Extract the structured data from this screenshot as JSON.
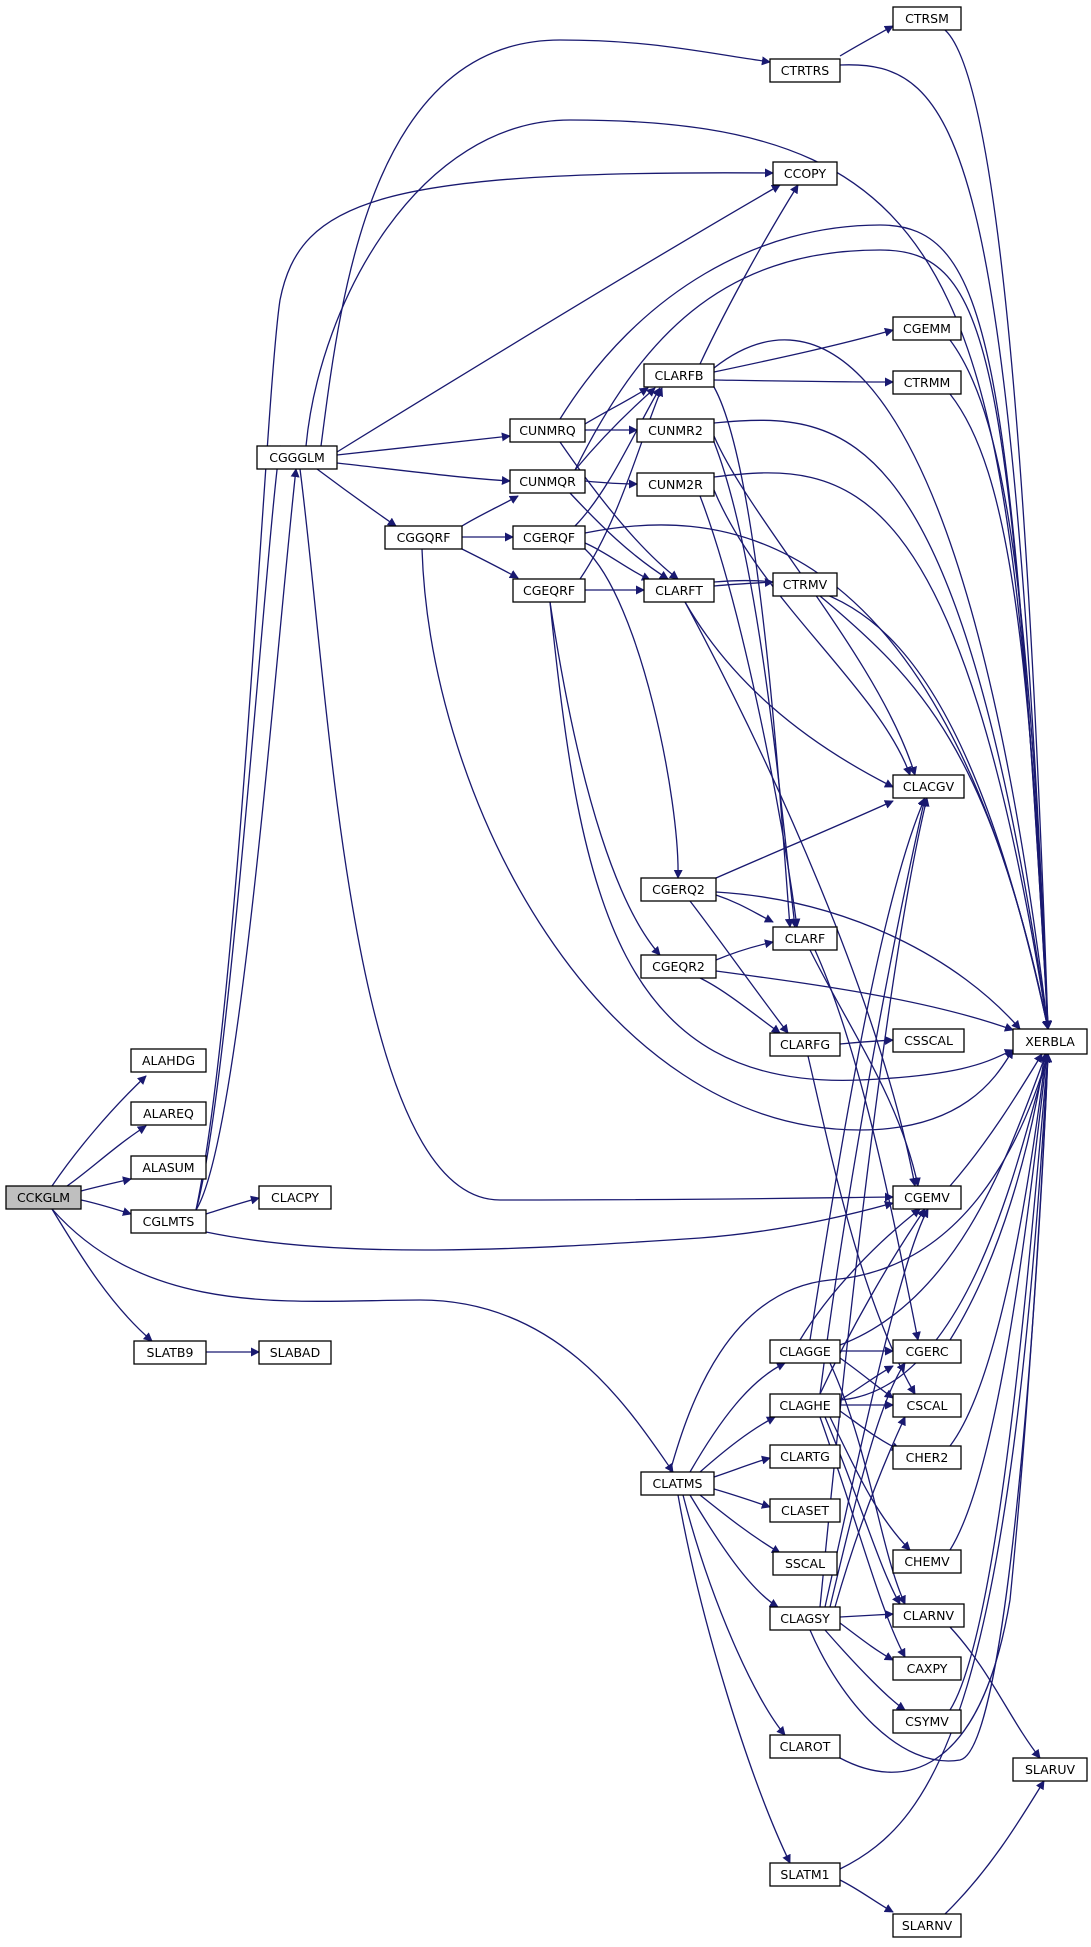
{
  "graph": {
    "edge_color": "#191970",
    "root_fill": "#bfbfbf",
    "node_border": "#000000",
    "root": "CCKGLM",
    "nodes": [
      "CCKGLM",
      "ALAHDG",
      "ALAREQ",
      "ALASUM",
      "CGLMTS",
      "SLATB9",
      "SLABAD",
      "CLACPY",
      "CGGGLM",
      "CTRTRS",
      "CTRSM",
      "CCOPY",
      "CUNMRQ",
      "CUNMQR",
      "CGGQRF",
      "CGERQF",
      "CGEQRF",
      "CLARFB",
      "CUNMR2",
      "CUNM2R",
      "CLARFT",
      "CTRMV",
      "CGEMM",
      "CTRMM",
      "CLACGV",
      "CGERQ2",
      "CGEQR2",
      "CLARF",
      "CLARFG",
      "CSSCAL",
      "XERBLA",
      "CGEMV",
      "CLATMS",
      "CLAGGE",
      "CLAGHE",
      "CLARTG",
      "CLASET",
      "SSCAL",
      "CLAGSY",
      "CLAROT",
      "SLATM1",
      "CGERC",
      "CSCAL",
      "CHER2",
      "CHEMV",
      "CLARNV",
      "CAXPY",
      "CSYMV",
      "SLARUV",
      "SLARNV"
    ]
  }
}
